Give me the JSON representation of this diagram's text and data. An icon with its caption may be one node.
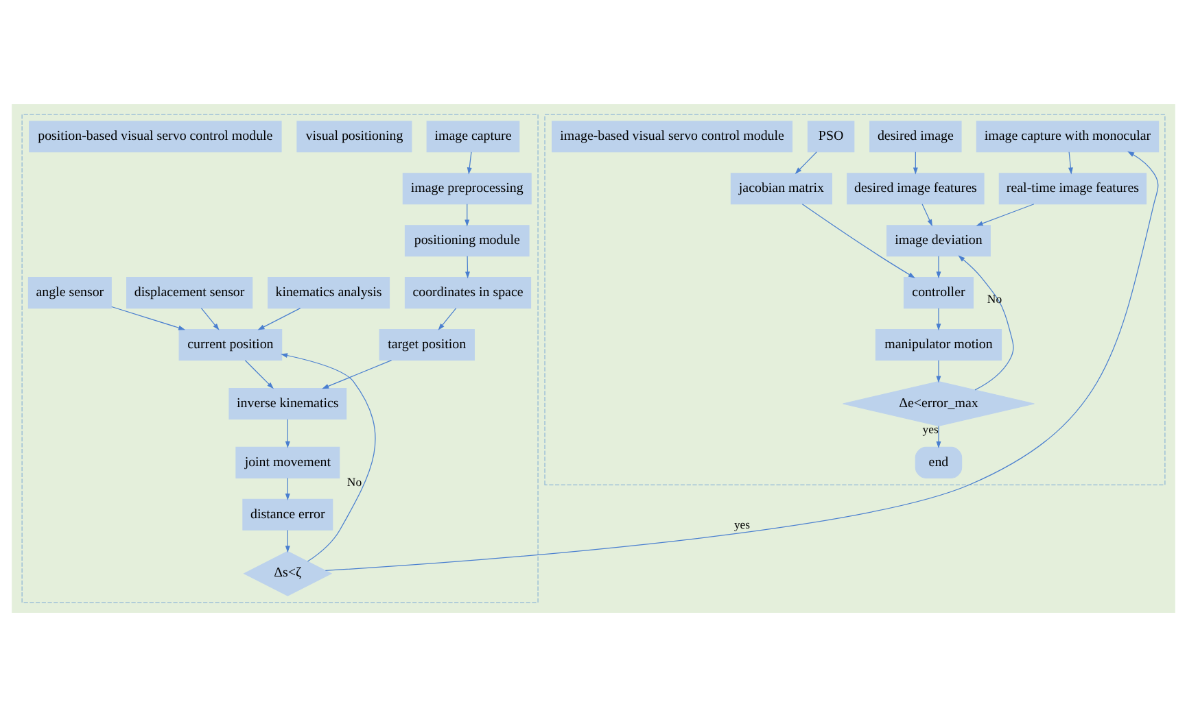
{
  "diagram": {
    "nodes": [
      {
        "text": [],
        "shape": "box"
      },
      {
        "text": [
          "image capture"
        ],
        "in": 0
      },
      {
        "text": [
          "image preprocessing"
        ],
        "in": 0
      },
      {
        "text": [
          "positioning module"
        ],
        "in": 0
      },
      {
        "text": [
          "coordinates in space"
        ],
        "in": 0
      },
      {
        "text": [
          "visual positioning"
        ],
        "in": 0
      },
      {
        "text": [
          "kinematics analysis"
        ],
        "in": 0
      },
      {
        "text": [
          "displacement sensor"
        ],
        "in": 0
      },
      {
        "text": [
          "angle sensor"
        ],
        "in": 0
      },
      {
        "text": [
          "target position"
        ],
        "in": 0
      },
      {
        "text": [
          "current position"
        ],
        "in": 0
      },
      {
        "text": [
          "inverse kinematics"
        ],
        "in": 0
      },
      {
        "text": [
          "joint movement"
        ],
        "in": 0
      },
      {
        "text": [
          "distance error"
        ],
        "in": 0
      },
      {
        "text": [
          "Δs<ζ"
        ],
        "in": 0
      },
      {
        "text": [
          "position-based visual servo control module"
        ],
        "in": 0
      },
      {
        "text": [],
        "shape": "box"
      },
      {
        "text": [
          "image capture with monocular"
        ],
        "in": 16
      },
      {
        "text": [
          "desired image"
        ],
        "in": 16
      },
      {
        "text": [
          "real-time image features"
        ],
        "in": 16
      },
      {
        "text": [
          "desired image features"
        ],
        "in": 16
      },
      {
        "text": [
          "image deviation"
        ],
        "in": 16
      },
      {
        "text": [
          "PSO"
        ],
        "in": 16
      },
      {
        "text": [
          "controller"
        ],
        "in": 16
      },
      {
        "text": [
          "jacobian matrix"
        ],
        "in": 16
      },
      {
        "text": [
          "manipulator motion"
        ],
        "in": 16
      },
      {
        "text": [
          "Δe<error_max"
        ],
        "in": 16
      },
      {
        "text": [
          "end"
        ],
        "in": 16
      },
      {
        "text": [
          "image-based visual servo control module"
        ],
        "in": 16
      }
    ],
    "edges": [
      {
        "from": 1,
        "to": 2,
        "arrow": "to"
      },
      {
        "from": 2,
        "to": 3,
        "arrow": "to"
      },
      {
        "from": 3,
        "to": 4,
        "arrow": "to"
      },
      {
        "from": 4,
        "to": 9,
        "arrow": "to"
      },
      {
        "from": 6,
        "to": 10,
        "arrow": "to"
      },
      {
        "from": 7,
        "to": 10,
        "arrow": "to"
      },
      {
        "from": 8,
        "to": 10,
        "arrow": "to"
      },
      {
        "from": 9,
        "to": 11,
        "arrow": "to"
      },
      {
        "from": 10,
        "to": 11,
        "arrow": "to"
      },
      {
        "from": 11,
        "to": 12,
        "arrow": "to"
      },
      {
        "from": 12,
        "to": 13,
        "arrow": "to"
      },
      {
        "from": 13,
        "to": 14,
        "arrow": "to"
      },
      {
        "from": 14,
        "to": 10,
        "arrow": "to",
        "label": "No"
      },
      {
        "from": 14,
        "to": 17,
        "arrow": "to",
        "label": "yes"
      },
      {
        "from": 17,
        "to": 19,
        "arrow": "to"
      },
      {
        "from": 18,
        "to": 20,
        "arrow": "to"
      },
      {
        "from": 19,
        "to": 21,
        "arrow": "to"
      },
      {
        "from": 20,
        "to": 21,
        "arrow": "to"
      },
      {
        "from": 21,
        "to": 23,
        "arrow": "to"
      },
      {
        "from": 22,
        "to": 24,
        "arrow": "to"
      },
      {
        "from": 24,
        "to": 23,
        "arrow": "to"
      },
      {
        "from": 23,
        "to": 25,
        "arrow": "to"
      },
      {
        "from": 25,
        "to": 26,
        "arrow": "to"
      },
      {
        "from": 26,
        "to": 21,
        "arrow": "to",
        "label": "No"
      },
      {
        "from": 26,
        "to": 27,
        "arrow": "to",
        "label": "yes"
      }
    ]
  }
}
